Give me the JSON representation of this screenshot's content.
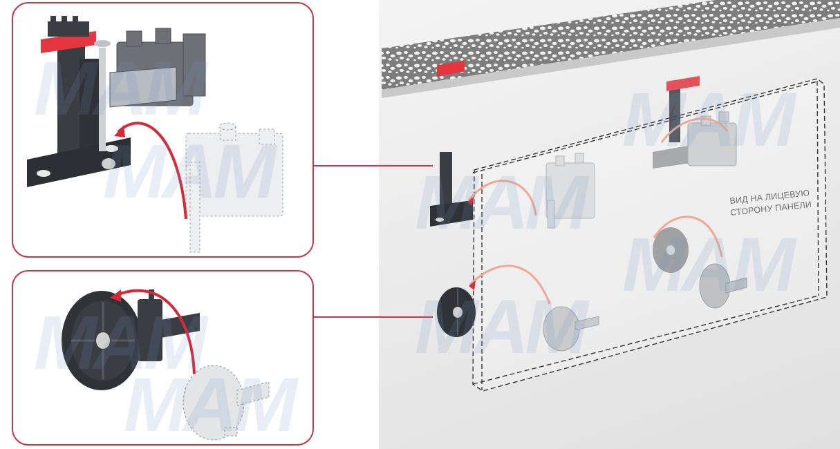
{
  "panel_caption": {
    "line1": "ВИД НА ЛИЦЕВУЮ",
    "line2": "СТОРОНУ ПАНЕЛИ"
  },
  "watermark": "MAM",
  "colors": {
    "frame": "#c8354a",
    "arrow": "#d42a3c",
    "arrow_faded": "#f1a795",
    "clip_red": "#e3363f",
    "dark_part": "#3a3d42",
    "light_part": "#d7d9db",
    "panel_dash": "#333333"
  }
}
